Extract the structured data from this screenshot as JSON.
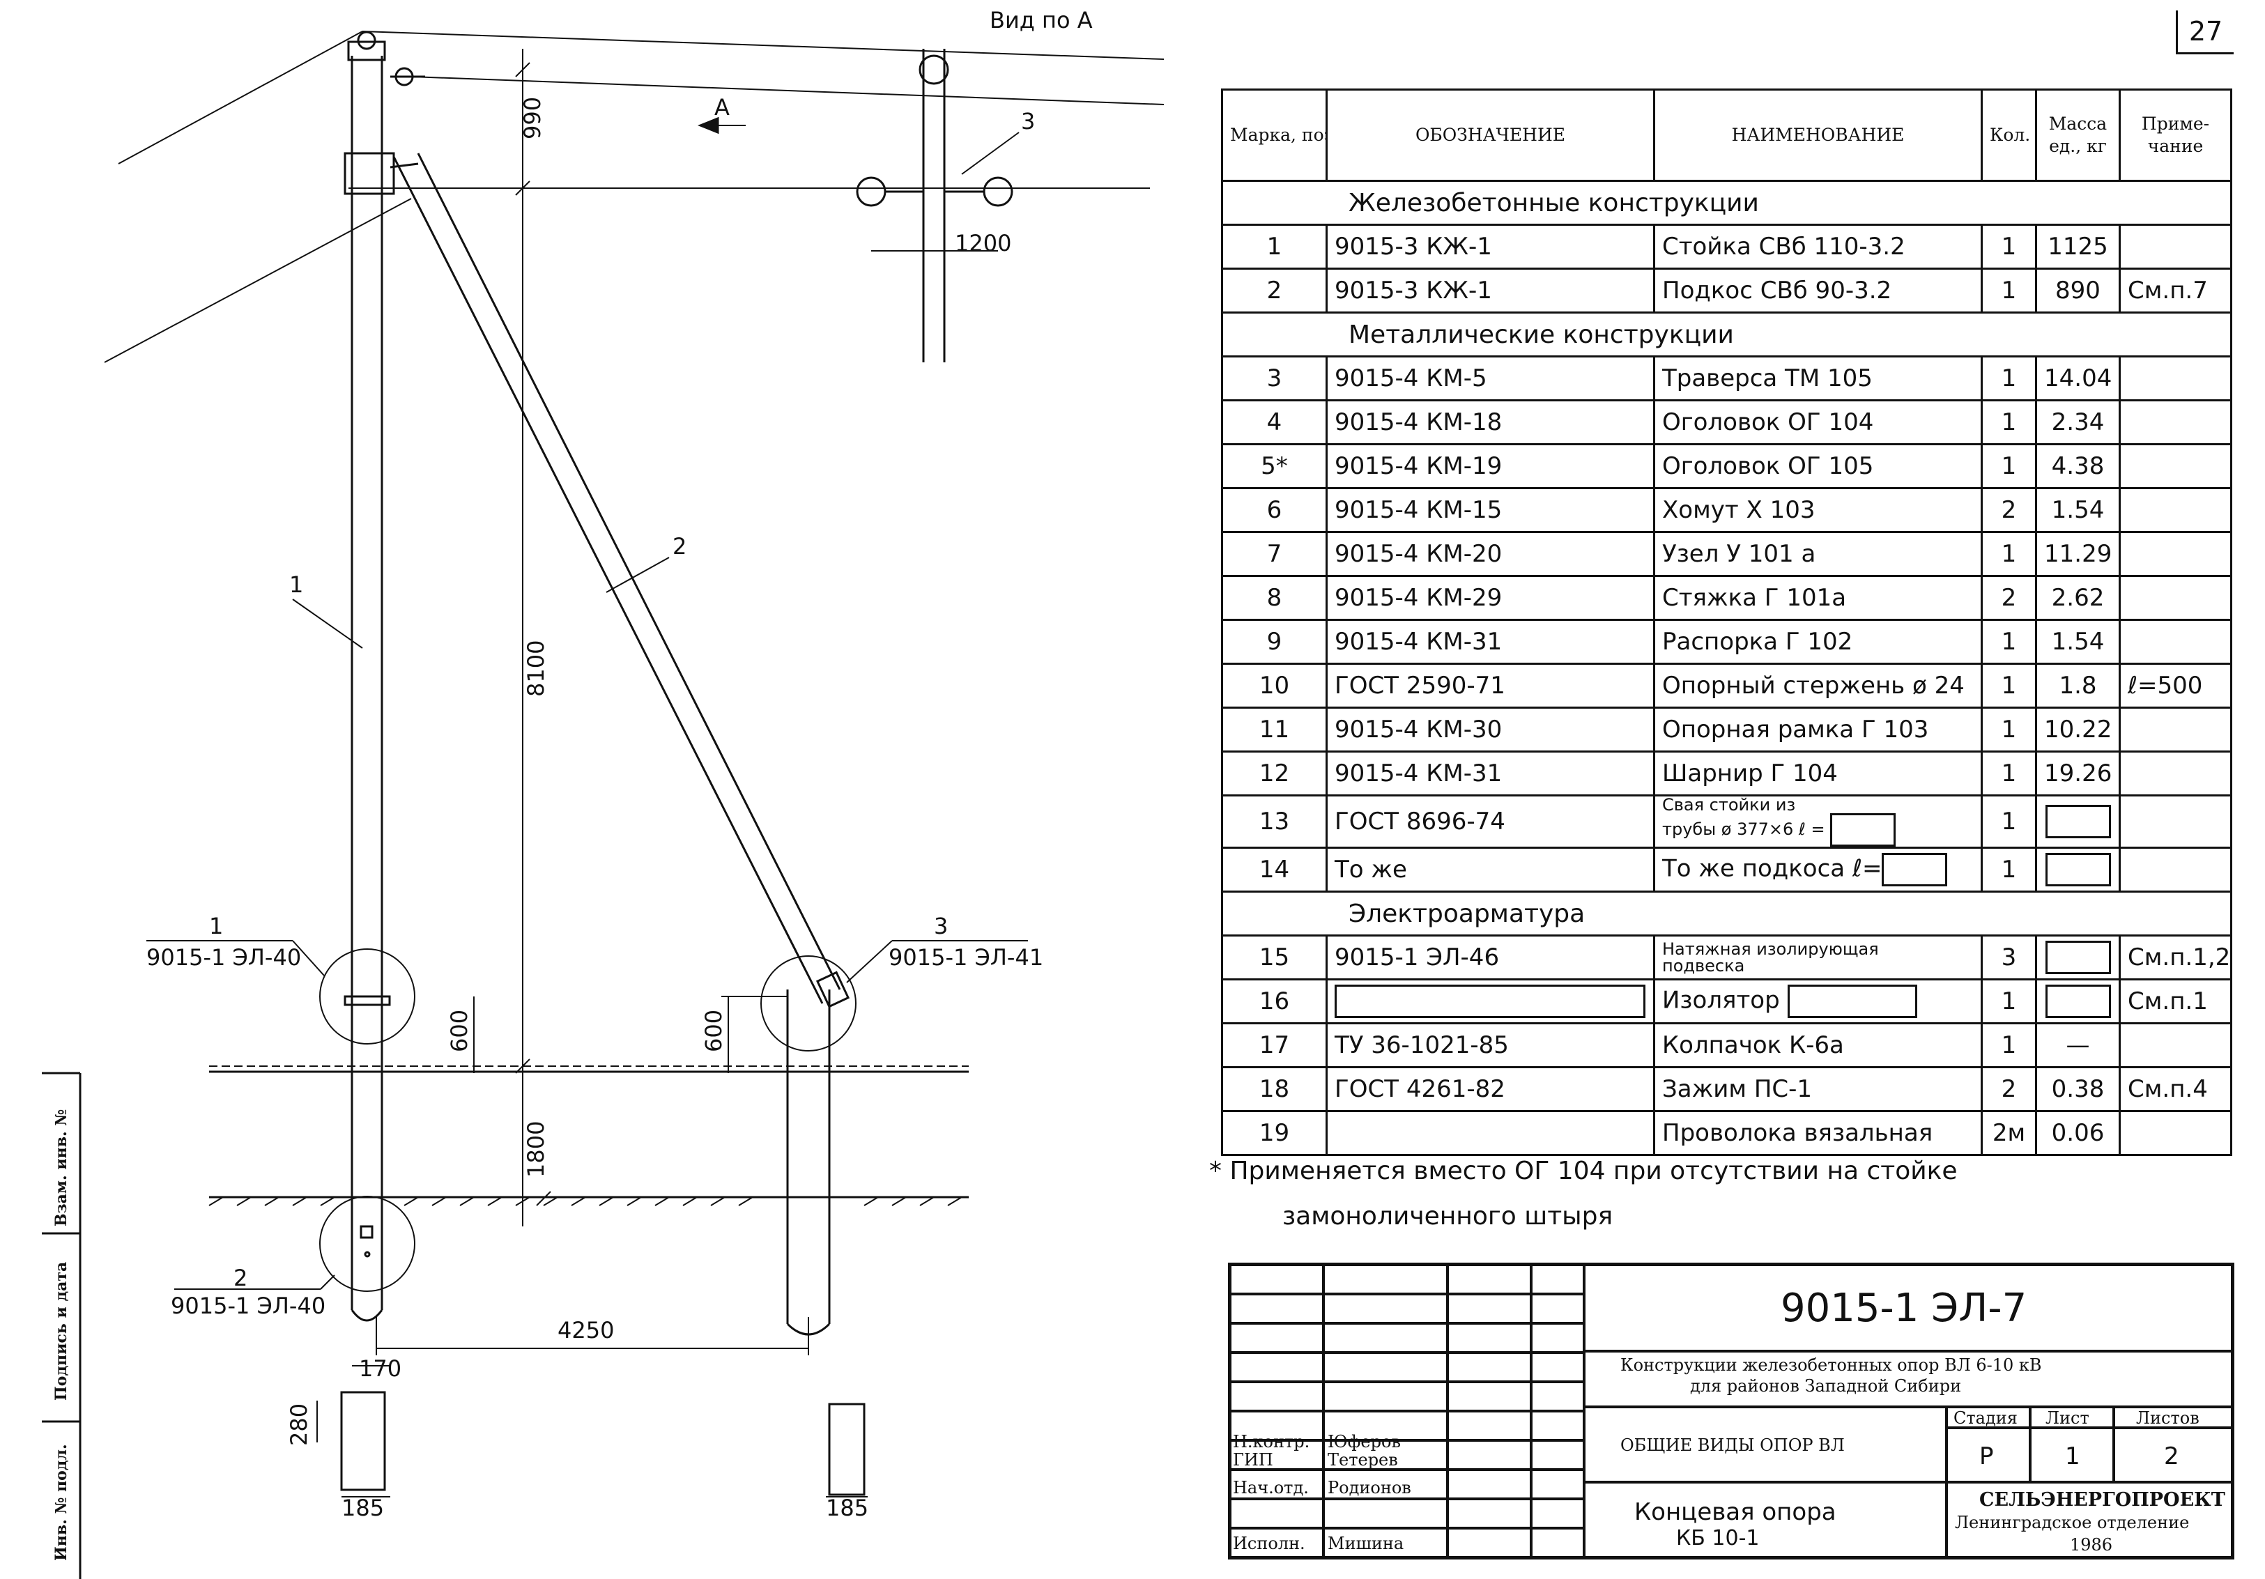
{
  "page_number": "27",
  "view_label": "Вид по А",
  "arrow_label": "А",
  "drawing": {
    "dims": {
      "top": "990",
      "height": "8100",
      "above_ground_left": "600",
      "above_ground_right": "600",
      "depth": "1800",
      "base": "4250",
      "traverse": "1200",
      "w170": "170",
      "h280": "280",
      "w185_left": "185",
      "w185_right": "185"
    },
    "callouts": {
      "pos1": "1",
      "pos2": "2",
      "pos3": "3",
      "node1_num": "1",
      "node1_ref": "9015-1 ЭЛ-40",
      "node2_num": "2",
      "node2_ref": "9015-1 ЭЛ-40",
      "node3_num": "3",
      "node3_ref": "9015-1 ЭЛ-41"
    }
  },
  "spec": {
    "headers": [
      "Марка, поз.",
      "ОБОЗНАЧЕНИЕ",
      "НАИМЕНОВАНИЕ",
      "Кол.",
      "Масса ед., кг",
      "Приме- чание"
    ],
    "sections": {
      "s1": "Железобетонные конструкции",
      "s2": "Металлические конструкции",
      "s3": "Электроарматура"
    },
    "rows": [
      {
        "pos": "1",
        "code": "9015-3  КЖ-1",
        "name": "Стойка СВб 110-3.2",
        "qty": "1",
        "mass": "1125",
        "note": ""
      },
      {
        "pos": "2",
        "code": "9015-3  КЖ-1",
        "name": "Подкос СВб 90-3.2",
        "qty": "1",
        "mass": "890",
        "note": "См.п.7"
      },
      {
        "pos": "3",
        "code": "9015-4   КМ-5",
        "name": "Траверса ТМ 105",
        "qty": "1",
        "mass": "14.04",
        "note": ""
      },
      {
        "pos": "4",
        "code": "9015-4   КМ-18",
        "name": "Оголовок ОГ 104",
        "qty": "1",
        "mass": "2.34",
        "note": ""
      },
      {
        "pos": "5*",
        "code": "9015-4   КМ-19",
        "name": "Оголовок ОГ 105",
        "qty": "1",
        "mass": "4.38",
        "note": ""
      },
      {
        "pos": "6",
        "code": "9015-4   КМ-15",
        "name": "Хомут Х 103",
        "qty": "2",
        "mass": "1.54",
        "note": ""
      },
      {
        "pos": "7",
        "code": "9015-4   КМ-20",
        "name": "Узел У 101 а",
        "qty": "1",
        "mass": "11.29",
        "note": ""
      },
      {
        "pos": "8",
        "code": "9015-4   КМ-29",
        "name": "Стяжка Г 101а",
        "qty": "2",
        "mass": "2.62",
        "note": ""
      },
      {
        "pos": "9",
        "code": "9015-4   КМ-31",
        "name": "Распорка Г 102",
        "qty": "1",
        "mass": "1.54",
        "note": ""
      },
      {
        "pos": "10",
        "code": "ГОСТ 2590-71",
        "name": "Опорный стержень ø 24",
        "qty": "1",
        "mass": "1.8",
        "note": "ℓ=500"
      },
      {
        "pos": "11",
        "code": "9015-4   КМ-30",
        "name": "Опорная рамка  Г 103",
        "qty": "1",
        "mass": "10.22",
        "note": ""
      },
      {
        "pos": "12",
        "code": "9015-4   КМ-31",
        "name": "Шарнир   Г 104",
        "qty": "1",
        "mass": "19.26",
        "note": ""
      }
    ],
    "row13": {
      "pos": "13",
      "code": "ГОСТ 8696-74",
      "name_l1": "Свая стойки из",
      "name_l2": "трубы  ø 377×6  ℓ =",
      "qty": "1"
    },
    "row14": {
      "pos": "14",
      "code": "То же",
      "name": "То же  подкоса ℓ=",
      "qty": "1"
    },
    "row15": {
      "pos": "15",
      "code": "9015-1  ЭЛ-46",
      "name_l1": "Натяжная изолирующая",
      "name_l2": "подвеска",
      "qty": "3",
      "note": "См.п.1,2"
    },
    "row16": {
      "pos": "16",
      "name": "Изолятор",
      "qty": "1",
      "note": "См.п.1"
    },
    "row17": {
      "pos": "17",
      "code": "ТУ 36-1021-85",
      "name": "Колпачок К-6а",
      "qty": "1",
      "mass": "—"
    },
    "row18": {
      "pos": "18",
      "code": "ГОСТ 4261-82",
      "name": "Зажим ПС-1",
      "qty": "2",
      "mass": "0.38",
      "note": "См.п.4"
    },
    "row19": {
      "pos": "19",
      "name": "Проволока вязальная",
      "qty": "2м",
      "mass": "0.06"
    }
  },
  "footnote_l1": "Применяется вместо ОГ 104  при отсутствии на стойке",
  "footnote_l2": "замоноличенного  штыря",
  "footnote_mark": "*",
  "stamp": {
    "doc_code": "9015-1  ЭЛ-7",
    "subject": "Конструкции железобетонных опор  ВЛ  6-10 кВ",
    "subject2": "для районов Западной Сибири",
    "sheet_title": "ОБЩИЕ ВИДЫ ОПОР  ВЛ",
    "drawing_title": "Концевая опора",
    "drawing_subtitle": "КБ 10-1",
    "stage_h": "Стадия",
    "sheet_h": "Лист",
    "sheets_h": "Листов",
    "stage": "Р",
    "sheet": "1",
    "sheets": "2",
    "org": "СЕЛЬЭНЕРГОПРОЕКТ",
    "org2": "Ленинградское отделение",
    "year": "1986",
    "roles": [
      "Н.контр.",
      "ГИП",
      "Нач.отд.",
      "Исполн."
    ],
    "names": [
      "Юферов",
      "Тетерев",
      "Родионов",
      "Мишина"
    ]
  },
  "left_margin": {
    "inv": "Инв. № подл.",
    "sign": "Подпись и дата",
    "replace": "Взам. инв. №"
  }
}
